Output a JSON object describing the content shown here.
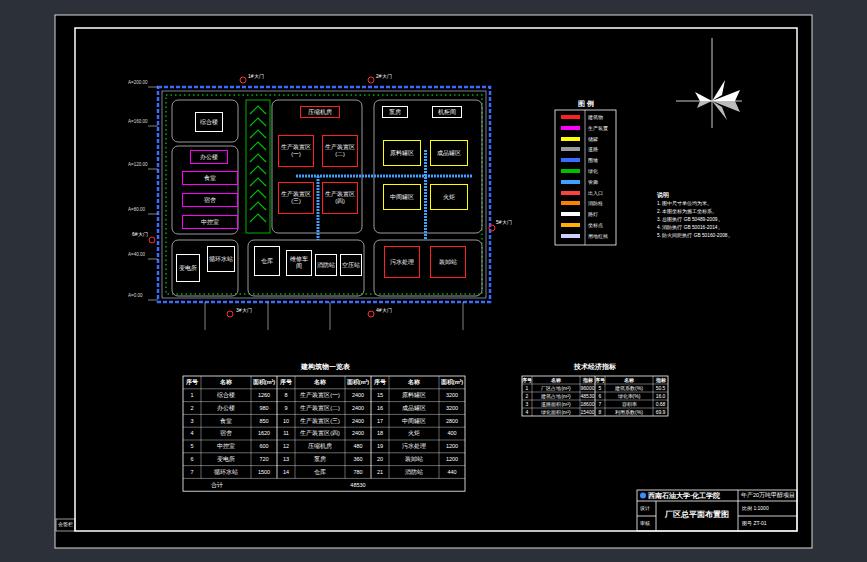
{
  "diagram": {
    "nodes": [
      {
        "text": [
          "综合楼"
        ]
      },
      {
        "text": [
          "压缩机房"
        ]
      },
      {
        "text": [
          "泵房"
        ]
      },
      {
        "text": [
          "机柜间"
        ]
      },
      {
        "text": [
          "办公楼"
        ]
      },
      {
        "text": [
          "生产装置区(一)"
        ]
      },
      {
        "text": [
          "生产装置区(二)"
        ]
      },
      {
        "text": [
          "原料罐区"
        ]
      },
      {
        "text": [
          "成品罐区"
        ]
      },
      {
        "text": [
          "食堂"
        ]
      },
      {
        "text": [
          "宿舍"
        ]
      },
      {
        "text": [
          "中控室"
        ]
      },
      {
        "text": [
          "生产装置区(三)"
        ]
      },
      {
        "text": [
          "生产装置区(四)"
        ]
      },
      {
        "text": [
          "中间罐区"
        ]
      },
      {
        "text": [
          "火炬"
        ]
      },
      {
        "text": [
          "变电所"
        ]
      },
      {
        "text": [
          "循环水站"
        ]
      },
      {
        "text": [
          "仓库"
        ]
      },
      {
        "text": [
          "维修车间"
        ]
      },
      {
        "text": [
          "消防站"
        ]
      },
      {
        "text": [
          "空压站"
        ]
      },
      {
        "text": [
          "污水处理"
        ]
      },
      {
        "text": [
          "装卸站"
        ]
      }
    ],
    "labels": [
      "建构筑物一览表",
      "技术经济指标",
      "图 例",
      "说明",
      "1. 图中尺寸单位均为米。",
      "2. 本图坐标为施工坐标系。",
      "3. 总图执行 GB 50489-2009。",
      "4. 消防执行 GB 50016-2014。",
      "5. 防火间距执行 GB 50160-2008。",
      "A=200.00",
      "A=160.00",
      "A=120.00",
      "A=80.00",
      "A=40.00",
      "A=0.00",
      "1#大门",
      "2#大门",
      "3#大门",
      "4#大门",
      "5#大门",
      "6#大门",
      "西南石油大学·化工学院",
      "年产20万吨甲醇项目",
      "厂区总平面布置图",
      "设计",
      "审核",
      "比例 1:1000",
      "图号 ZT-01",
      "会签栏",
      "序号",
      "名称",
      "面积(m²)",
      "序号",
      "名称",
      "面积(m²)",
      "序号",
      "名称",
      "面积(m²)",
      "1",
      "综合楼",
      "1260",
      "8",
      "生产装置区(一)",
      "2400",
      "15",
      "原料罐区",
      "3200",
      "2",
      "办公楼",
      "980",
      "9",
      "生产装置区(二)",
      "2400",
      "16",
      "成品罐区",
      "3200",
      "3",
      "食堂",
      "850",
      "10",
      "生产装置区(三)",
      "2400",
      "17",
      "中间罐区",
      "2800",
      "4",
      "宿舍",
      "1620",
      "11",
      "生产装置区(四)",
      "2400",
      "18",
      "火炬",
      "400",
      "5",
      "中控室",
      "600",
      "12",
      "压缩机房",
      "480",
      "19",
      "污水处理",
      "1200",
      "6",
      "变电所",
      "720",
      "13",
      "泵房",
      "360",
      "20",
      "装卸站",
      "1200",
      "7",
      "循环水站",
      "1500",
      "14",
      "仓库",
      "780",
      "21",
      "消防站",
      "440",
      "合计",
      "48530",
      "序号",
      "名称",
      "指标",
      "序号",
      "名称",
      "指标",
      "1",
      "厂区占地(m²)",
      "96000",
      "5",
      "建筑系数(%)",
      "50.5",
      "2",
      "建筑占地(m²)",
      "48530",
      "6",
      "绿化率(%)",
      "16.0",
      "3",
      "道路面积(m²)",
      "18600",
      "7",
      "容积率",
      "0.68",
      "4",
      "绿化面积(m²)",
      "15400",
      "8",
      "利用系数(%)",
      "69.9"
    ],
    "legend": [
      {
        "text": "建筑物",
        "color": "#ff2020"
      },
      {
        "text": "生产装置",
        "color": "#ff00ff"
      },
      {
        "text": "储罐",
        "color": "#ffff00"
      },
      {
        "text": "道路",
        "color": "#9a9a9a"
      },
      {
        "text": "围墙",
        "color": "#3a6cff"
      },
      {
        "text": "绿化",
        "color": "#00c000"
      },
      {
        "text": "管廊",
        "color": "#3fa0ff"
      },
      {
        "text": "出入口",
        "color": "#ff4040"
      },
      {
        "text": "消防栓",
        "color": "#ff8000"
      },
      {
        "text": "路灯",
        "color": "#ffffff"
      },
      {
        "text": "坐标点",
        "color": "#ffb000"
      },
      {
        "text": "用地红线",
        "color": "#d0d0ff"
      }
    ]
  }
}
